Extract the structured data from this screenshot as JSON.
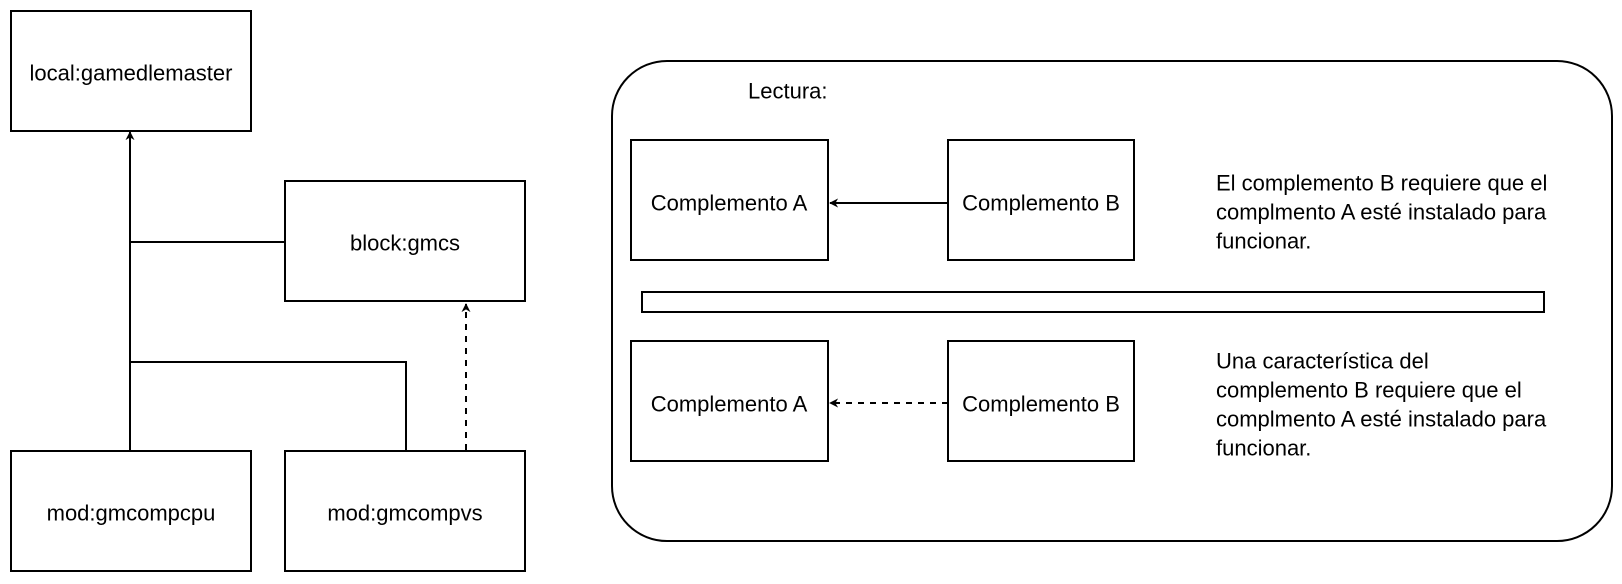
{
  "dependency_tree": {
    "root": {
      "label": "local:gamedlemaster"
    },
    "middle": {
      "label": "block:gmcs"
    },
    "child_cpu": {
      "label": "mod:gmcompcpu"
    },
    "child_vs": {
      "label": "mod:gmcompvs"
    }
  },
  "legend": {
    "title": "Lectura:",
    "required": {
      "source": "Complemento A",
      "target": "Complemento B",
      "description": [
        "El complemento B requiere que el",
        "complmento A esté instalado para",
        "funcionar."
      ]
    },
    "optional": {
      "source": "Complemento A",
      "target": "Complemento B",
      "description": [
        "Una característica del",
        "complemento B requiere que el",
        "complmento A esté instalado para",
        "funcionar."
      ]
    }
  }
}
